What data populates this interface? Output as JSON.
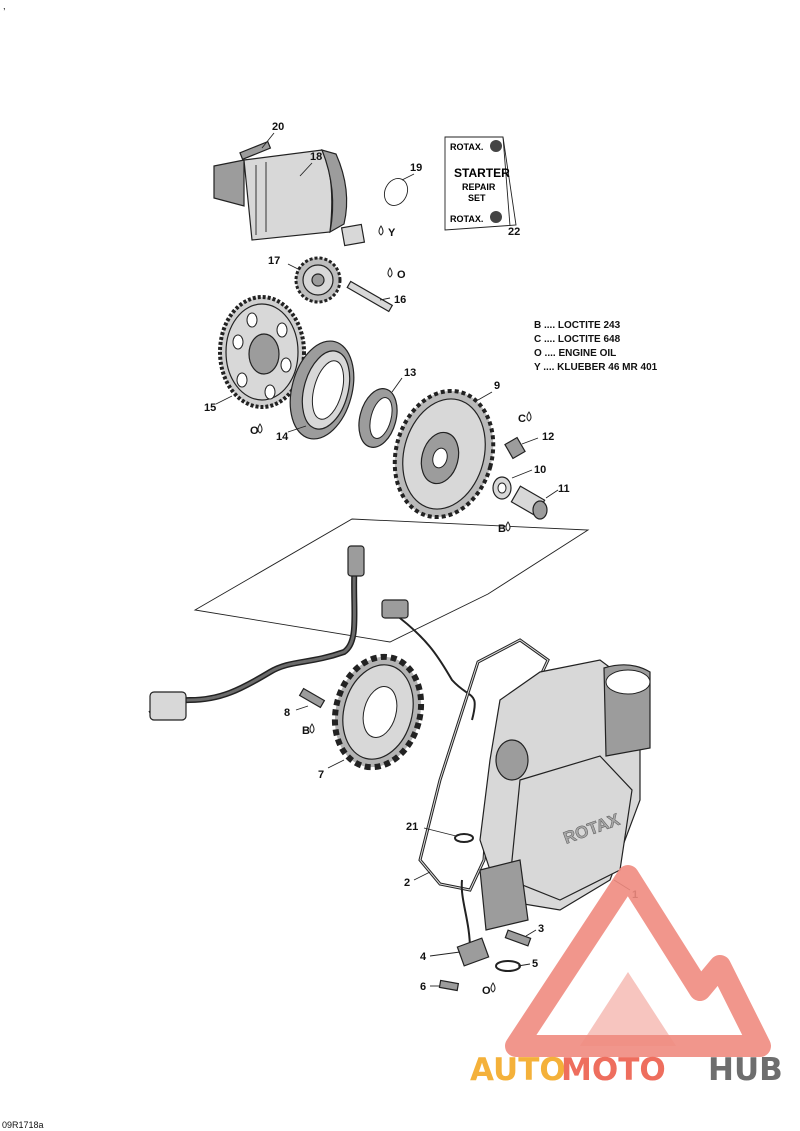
{
  "corner_mark": ",",
  "figure_code": "09R1718a",
  "parts": [
    {
      "id": "20",
      "label": "20"
    },
    {
      "id": "18",
      "label": "18"
    },
    {
      "id": "19",
      "label": "19"
    },
    {
      "id": "22",
      "label": "22"
    },
    {
      "id": "17",
      "label": "17"
    },
    {
      "id": "16",
      "label": "16"
    },
    {
      "id": "15",
      "label": "15"
    },
    {
      "id": "14",
      "label": "14"
    },
    {
      "id": "13",
      "label": "13"
    },
    {
      "id": "9",
      "label": "9"
    },
    {
      "id": "12",
      "label": "12"
    },
    {
      "id": "10",
      "label": "10"
    },
    {
      "id": "11",
      "label": "11"
    },
    {
      "id": "8",
      "label": "8"
    },
    {
      "id": "7",
      "label": "7"
    },
    {
      "id": "21",
      "label": "21"
    },
    {
      "id": "2",
      "label": "2"
    },
    {
      "id": "1",
      "label": "1"
    },
    {
      "id": "3",
      "label": "3"
    },
    {
      "id": "4",
      "label": "4"
    },
    {
      "id": "5",
      "label": "5"
    },
    {
      "id": "6",
      "label": "6"
    }
  ],
  "codes": {
    "y": "Y",
    "o": "O",
    "c": "C",
    "b": "B"
  },
  "starter_kit": {
    "brand": "ROTAX.",
    "line1": "STARTER",
    "line2": "REPAIR",
    "line3": "SET"
  },
  "legend": [
    {
      "code": "B",
      "text": "B .... LOCTITE 243"
    },
    {
      "code": "C",
      "text": "C .... LOCTITE 648"
    },
    {
      "code": "O",
      "text": "O .... ENGINE OIL"
    },
    {
      "code": "Y",
      "text": "Y .... KLUEBER  46 MR 401"
    }
  ],
  "cover_brand": "ROTAX",
  "watermark": {
    "part1": "AUTO",
    "part2": "MOTO",
    "part3": "HUB"
  },
  "colors": {
    "watermark_orange": "#f4b13a",
    "watermark_red": "#ee6e5e",
    "watermark_gray": "#6e6e6e",
    "watermark_triangle": "#ef8b7f"
  }
}
